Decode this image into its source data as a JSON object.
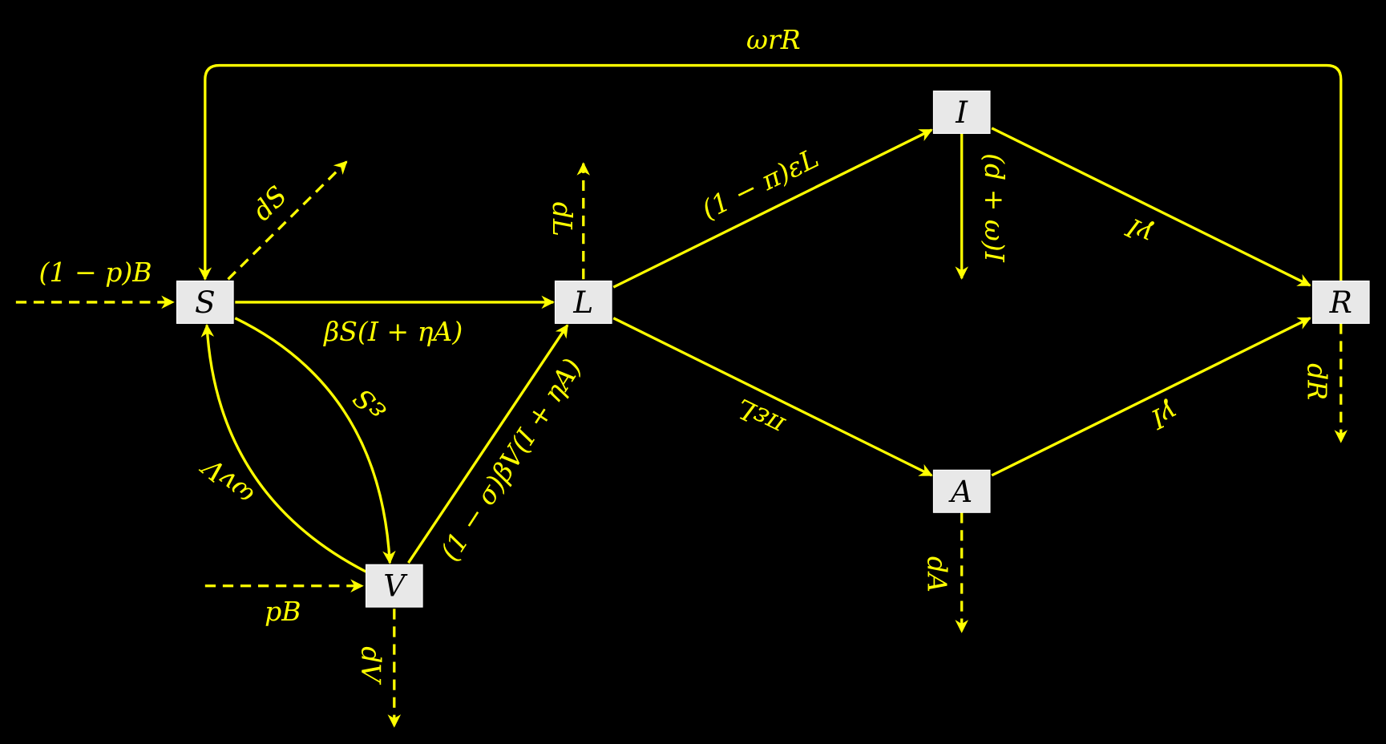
{
  "colors": {
    "background": "#000000",
    "edge": "#ffff00",
    "node_fill": "#e8e8e8"
  },
  "nodes": {
    "S": "S",
    "L": "L",
    "I": "I",
    "R": "R",
    "A": "A",
    "V": "V"
  },
  "labels": {
    "birth_unvaccinated": "(1 − p)B",
    "infection_S": "βS(I + ηA)",
    "death_S": "dS",
    "death_L": "dL",
    "progression_I": "(1 − π)εL",
    "progression_A": "πεL",
    "recovery_I": "γI",
    "recovery_A": "γI",
    "removal_I": "(d + ω)I",
    "waning_R": "ωrR",
    "death_R": "dR",
    "death_A": "dA",
    "vaccination": "εS",
    "waning_V": "ωvV",
    "infection_V": "(1 − σ)βV(I + ηA)",
    "birth_vaccinated": "pB",
    "death_V": "dV"
  }
}
